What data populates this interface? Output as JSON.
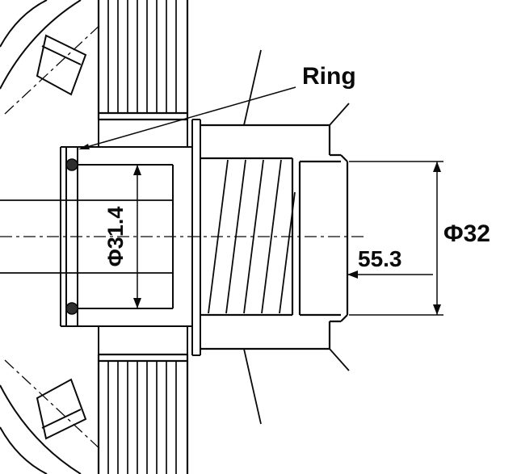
{
  "meta": {
    "background_color": "#ffffff",
    "line_color": "#0a0a0a",
    "ring_section_fill": "#2f2f2f"
  },
  "annotations": {
    "ring_label": "Ring",
    "bore_diameter": "Φ31.4",
    "outer_diameter": "Φ32",
    "length_dimension": "55.3"
  }
}
